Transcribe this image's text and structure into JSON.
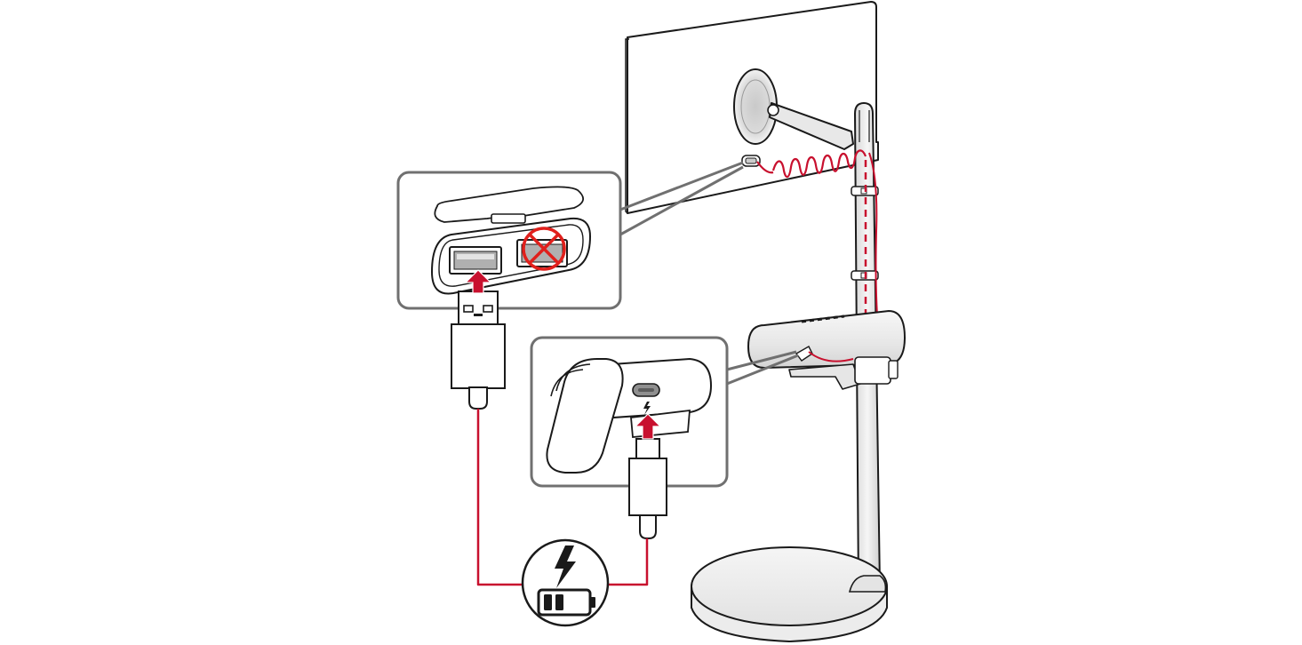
{
  "diagram": {
    "subject": "usb-charging-of-stand-battery-module",
    "callouts": [
      {
        "id": "usb-a-port-callout",
        "icon": "usb-a-port-icon",
        "blocked_port_icon": "prohibited-icon"
      },
      {
        "id": "usb-c-port-callout",
        "icon": "usb-c-port-icon",
        "port_symbol": "lightning-icon"
      }
    ],
    "charging_indicator": {
      "icon": "charging-battery-icon",
      "symbol": "lightning-icon"
    },
    "colors": {
      "cable_accent": "#c8102e",
      "prohibited": "#e0201c",
      "callout_border": "#707070",
      "outline": "#1a1a1a",
      "device_fill": "#efefef",
      "cable_fill": "#ffffff"
    }
  }
}
